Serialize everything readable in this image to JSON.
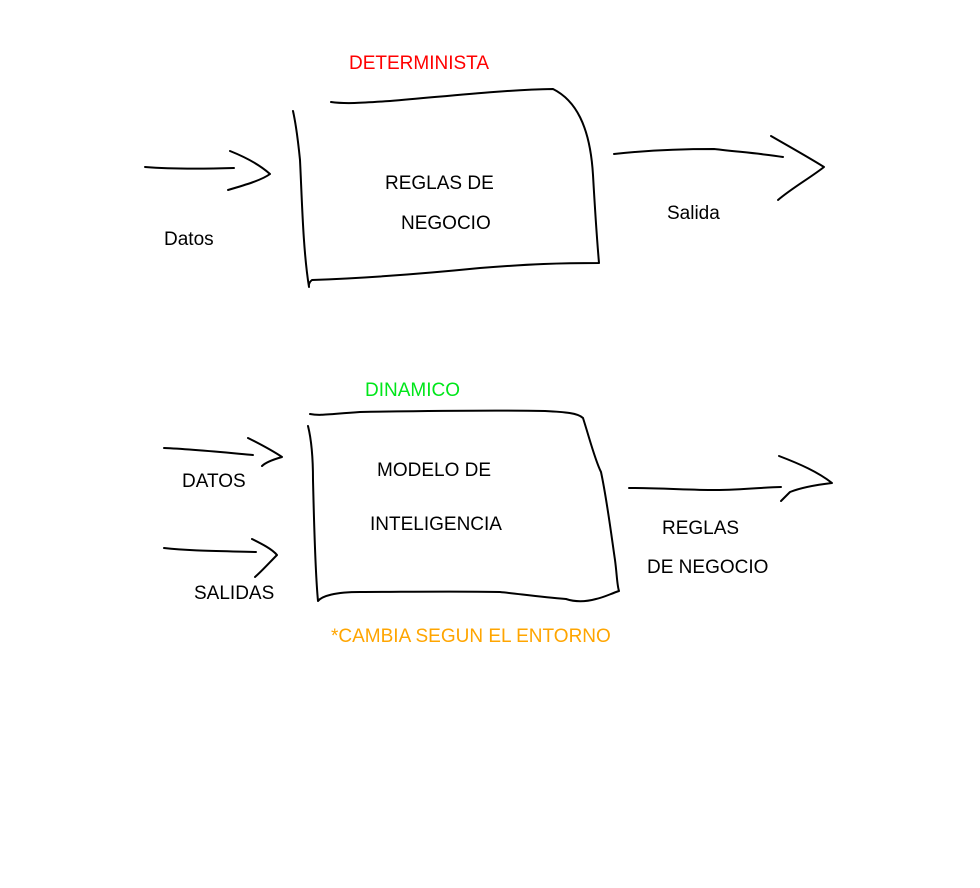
{
  "diagram": {
    "top": {
      "heading": "DETERMINISTA",
      "heading_color": "#ff0000",
      "input_label": "Datos",
      "box_line1": "REGLAS DE",
      "box_line2": "NEGOCIO",
      "output_label": "Salida"
    },
    "bottom": {
      "heading": "DINAMICO",
      "heading_color": "#00e61a",
      "input1_label": "DATOS",
      "input2_label": "SALIDAS",
      "box_line1": "MODELO DE",
      "box_line2": "INTELIGENCIA",
      "output_line1": "REGLAS",
      "output_line2": "DE NEGOCIO",
      "note": "*CAMBIA SEGUN EL ENTORNO",
      "note_color": "#ffa500"
    },
    "stroke_color": "#000000"
  }
}
